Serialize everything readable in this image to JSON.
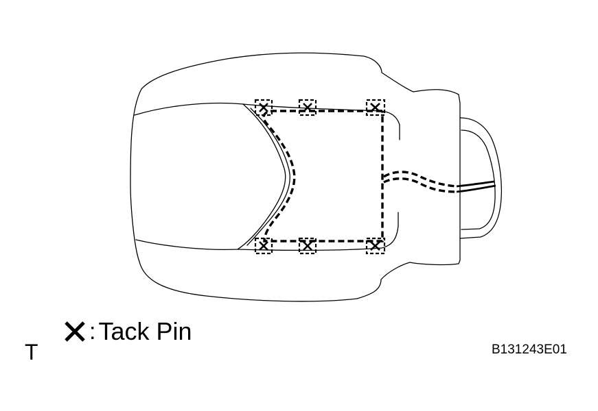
{
  "legend": {
    "symbol_icon": "x-mark-icon",
    "label": "Tack Pin"
  },
  "corner_letter": "T",
  "figure_code": "B131243E01"
}
